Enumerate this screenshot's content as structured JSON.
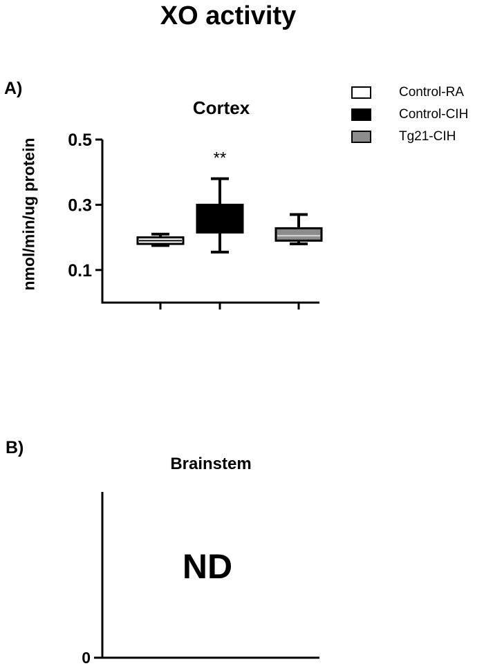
{
  "title": "XO activity",
  "panels": [
    {
      "label": "A)"
    },
    {
      "label": "B)"
    }
  ],
  "legend": [
    {
      "name": "Control-RA",
      "color": "#ffffff"
    },
    {
      "name": "Control-CIH",
      "color": "#000000"
    },
    {
      "name": "Tg21-CIH",
      "color": "#8c8c8c"
    }
  ],
  "chart_data": [
    {
      "type": "box",
      "title": "Cortex",
      "ylabel": "nmol/min/ug protein",
      "ylim": [
        0.0,
        0.5
      ],
      "yticks": [
        0.1,
        0.3,
        0.5
      ],
      "ytick_labels": [
        "0.1",
        "0.3",
        "0.5"
      ],
      "series": [
        {
          "name": "Control-RA",
          "color": "#ffffff",
          "min": 0.175,
          "q1": 0.18,
          "median": 0.19,
          "q3": 0.2,
          "max": 0.21,
          "annotation": ""
        },
        {
          "name": "Control-CIH",
          "color": "#000000",
          "min": 0.155,
          "q1": 0.215,
          "median": 0.26,
          "q3": 0.3,
          "max": 0.38,
          "annotation": "**"
        },
        {
          "name": "Tg21-CIH",
          "color": "#8c8c8c",
          "min": 0.18,
          "q1": 0.19,
          "median": 0.205,
          "q3": 0.228,
          "max": 0.27,
          "annotation": ""
        }
      ]
    },
    {
      "type": "box",
      "title": "Brainstem",
      "ytick_labels": [
        "0"
      ],
      "annotation": "ND",
      "series": []
    }
  ]
}
